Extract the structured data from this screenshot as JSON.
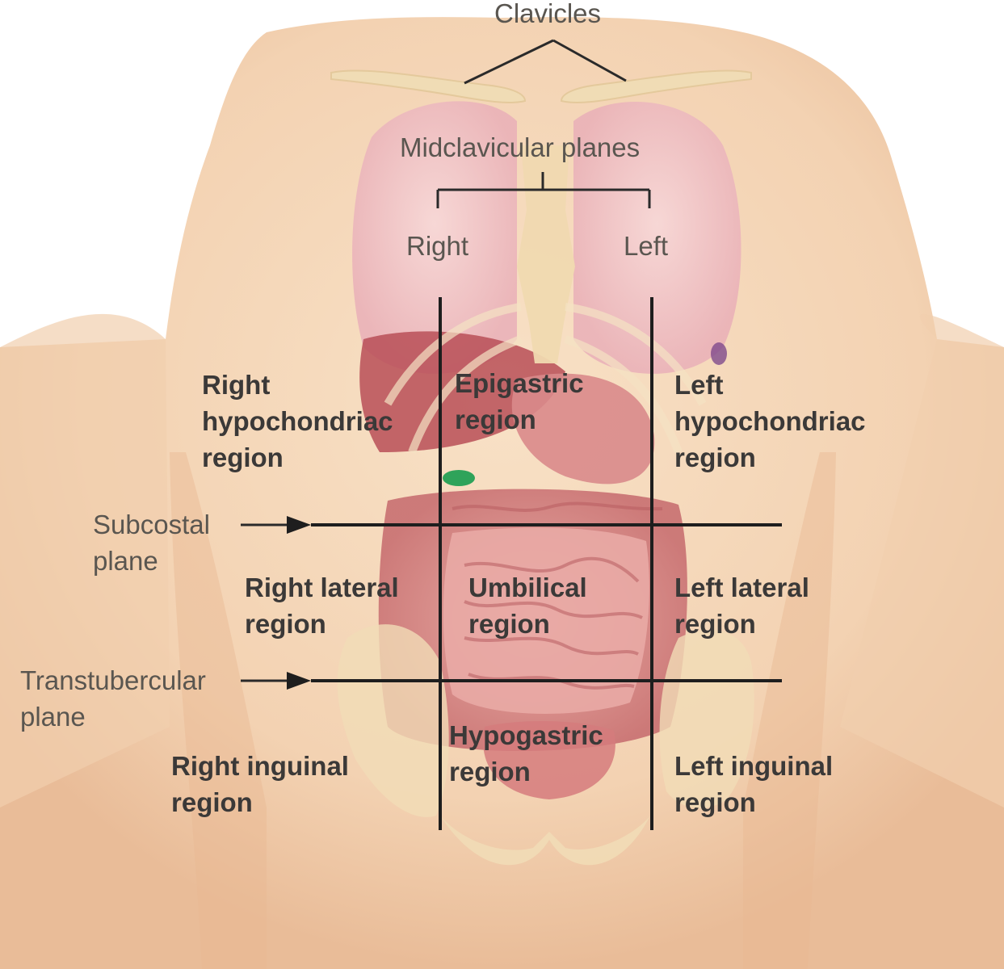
{
  "colors": {
    "skin": "#f5d8ba",
    "skin_shadow": "#e9b996",
    "lung": "#f2c7cd",
    "organ": "#c9656a",
    "intestine": "#d98b8b",
    "bone": "#f1dcb6",
    "line": "#2a2a2a",
    "label": "#5a5650",
    "region_label": "#3b3938"
  },
  "labels": {
    "clavicles": "Clavicles",
    "midclavicular": "Midclavicular planes",
    "right": "Right",
    "left": "Left",
    "subcostal": [
      "Subcostal",
      "plane"
    ],
    "transtubercular": [
      "Transtubercular",
      "plane"
    ]
  },
  "regions": {
    "right_hypochondriac": [
      "Right",
      "hypochondriac",
      "region"
    ],
    "epigastric": [
      "Epigastric",
      "region"
    ],
    "left_hypochondriac": [
      "Left",
      "hypochondriac",
      "region"
    ],
    "right_lateral": [
      "Right lateral",
      "region"
    ],
    "umbilical": [
      "Umbilical",
      "region"
    ],
    "left_lateral": [
      "Left lateral",
      "region"
    ],
    "right_inguinal": [
      "Right inguinal",
      "region"
    ],
    "hypogastric": [
      "Hypogastric",
      "region"
    ],
    "left_inguinal": [
      "Left inguinal",
      "region"
    ]
  }
}
